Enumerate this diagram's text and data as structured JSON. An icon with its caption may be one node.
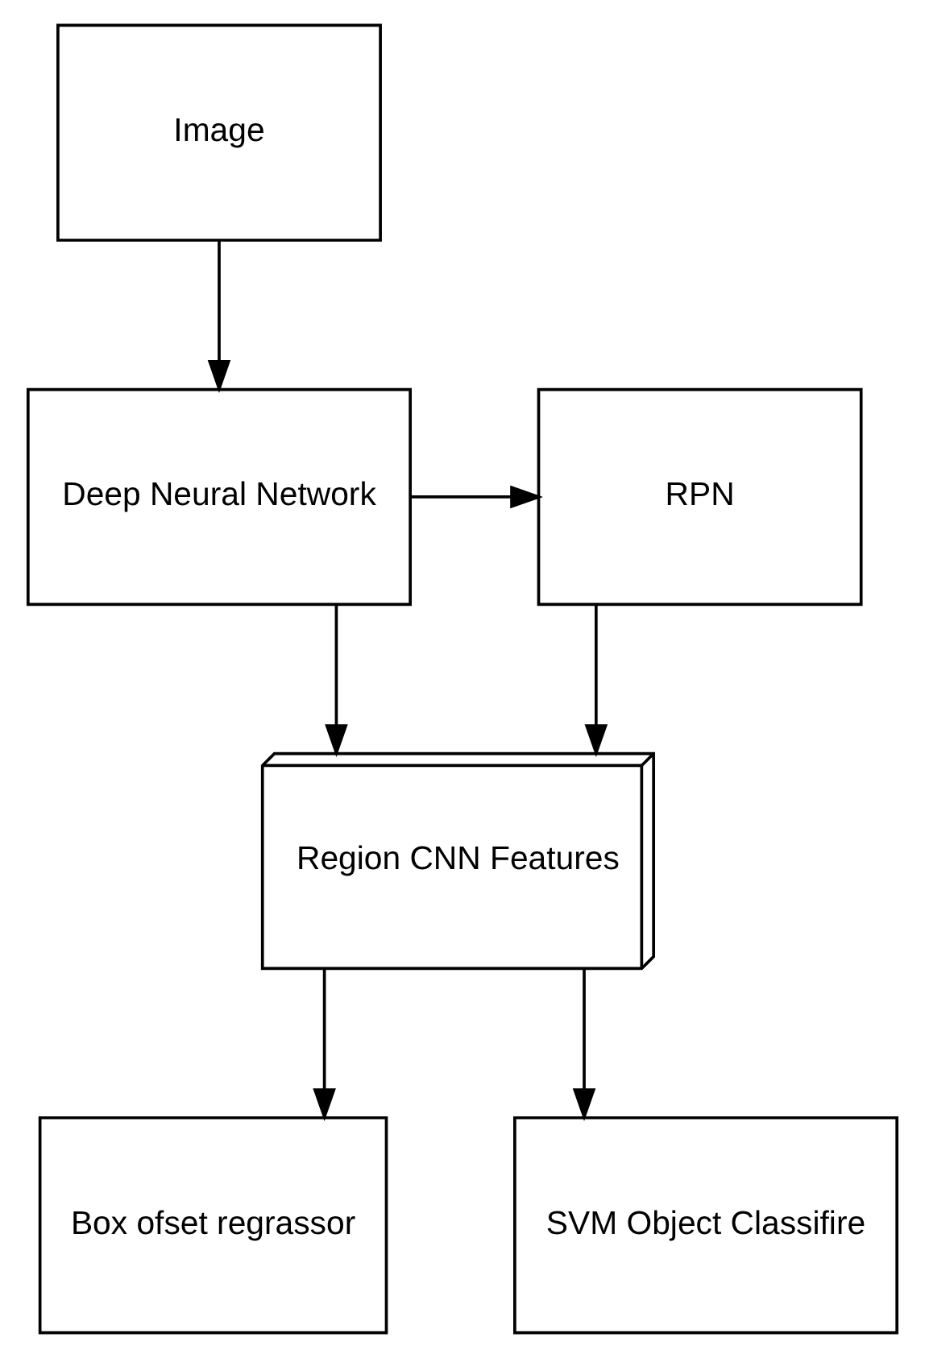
{
  "diagram": {
    "nodes": [
      {
        "text": [
          "Image"
        ]
      },
      {
        "text": [
          "Deep Neural Network"
        ]
      },
      {
        "text": [
          "RPN"
        ]
      },
      {
        "text": [
          "Region CNN Features"
        ]
      },
      {
        "text": [
          "Box ofset regrassor"
        ]
      },
      {
        "text": [
          "SVM Object Classifire"
        ]
      }
    ],
    "edges": [
      {
        "from": 0,
        "to": 1,
        "arrow": "to"
      },
      {
        "from": 1,
        "to": 2,
        "arrow": "to"
      },
      {
        "from": 1,
        "to": 3,
        "arrow": "to"
      },
      {
        "from": 2,
        "to": 3,
        "arrow": "to"
      },
      {
        "from": 3,
        "to": 4,
        "arrow": "to"
      },
      {
        "from": 3,
        "to": 5,
        "arrow": "to"
      }
    ]
  }
}
